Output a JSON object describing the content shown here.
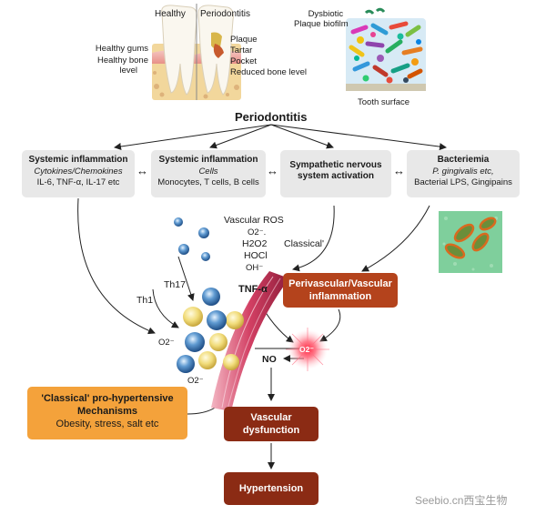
{
  "top": {
    "healthy": "Healthy",
    "periodontitis": "Periodontitis",
    "dysbiotic_line1": "Dysbiotic",
    "dysbiotic_line2": "Plaque biofilm",
    "tooth_surface": "Tooth surface",
    "healthy_gums": "Healthy gums",
    "healthy_bone_line1": "Healthy bone",
    "healthy_bone_line2": "level",
    "plaque": "Plaque",
    "tartar": "Tartar",
    "pocket": "Pocket",
    "reduced_bone": "Reduced bone level"
  },
  "title": "Periodontitis",
  "boxes": {
    "sys1": {
      "title": "Systemic inflammation",
      "line1": "Cytokines/Chemokines",
      "line2": "IL-6, TNF-α, IL-17 etc"
    },
    "sys2": {
      "title": "Systemic inflammation",
      "line1": "Cells",
      "line2": "Monocytes, T cells, B cells"
    },
    "symp": {
      "line1": "Sympathetic nervous",
      "line2": "system activation"
    },
    "bact": {
      "title": "Bacteriemia",
      "line1": "P. gingivalis etc,",
      "line2": "Bacterial LPS, Gingipains"
    }
  },
  "arrows_double": "↔",
  "ros": {
    "title": "Vascular ROS",
    "o2": "O2⁻.",
    "h2o2": "H2O2",
    "hocl": "HOCl",
    "oh": "OH⁻"
  },
  "classical_prime": "Classical'",
  "th17": "Th17",
  "th1": "Th1",
  "tnf": "TNF-α",
  "o2_left": "O2⁻",
  "o2_bottom": "O2⁻",
  "o2_star": "O2⁻",
  "no": "NO",
  "perivascular": {
    "line1": "Perivascular/Vascular",
    "line2": "inflammation"
  },
  "classical_box": {
    "line1": "'Classical' pro-hypertensive",
    "line2": "Mechanisms",
    "line3": "Obesity, stress, salt etc"
  },
  "vascular_dysfunction": {
    "line1": "Vascular",
    "line2": "dysfunction"
  },
  "hypertension": "Hypertension",
  "watermark": "Seebio.cn西宝生物",
  "colors": {
    "brown": "#8b2b14",
    "orange_box": "#f4a23b",
    "gray_box": "#e8e8e8",
    "vessel": "#c9365a"
  }
}
